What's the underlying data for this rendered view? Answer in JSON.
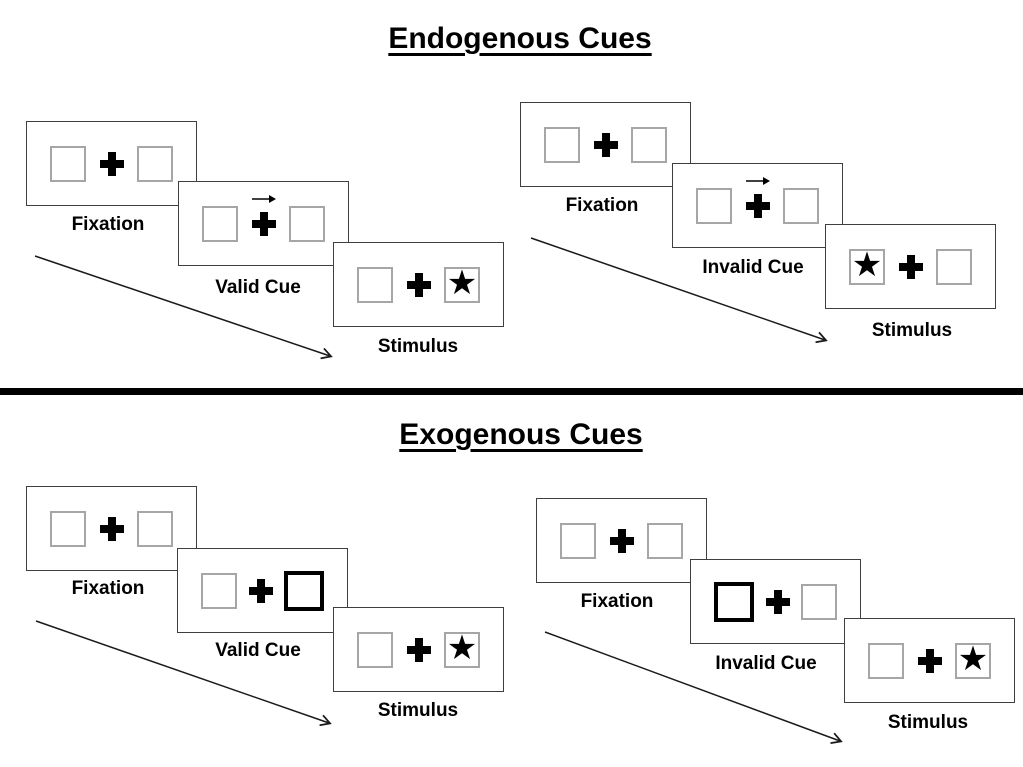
{
  "diagram": "posner-spatial-cueing-paradigm",
  "sections": [
    {
      "title": "Endogenous Cues",
      "groups": [
        {
          "type": "valid-trial",
          "panels": {
            "fixation": {
              "label": "Fixation"
            },
            "cue": {
              "label": "Valid Cue",
              "cue_kind": "central-arrow-right"
            },
            "stimulus": {
              "label": "Stimulus",
              "star_side": "right"
            }
          }
        },
        {
          "type": "invalid-trial",
          "panels": {
            "fixation": {
              "label": "Fixation"
            },
            "cue": {
              "label": "Invalid Cue",
              "cue_kind": "central-arrow-right"
            },
            "stimulus": {
              "label": "Stimulus",
              "star_side": "left"
            }
          }
        }
      ]
    },
    {
      "title": "Exogenous Cues",
      "groups": [
        {
          "type": "valid-trial",
          "panels": {
            "fixation": {
              "label": "Fixation"
            },
            "cue": {
              "label": "Valid Cue",
              "cue_kind": "bold-box-right"
            },
            "stimulus": {
              "label": "Stimulus",
              "star_side": "right"
            }
          }
        },
        {
          "type": "invalid-trial",
          "panels": {
            "fixation": {
              "label": "Fixation"
            },
            "cue": {
              "label": "Invalid Cue",
              "cue_kind": "bold-box-left"
            },
            "stimulus": {
              "label": "Stimulus",
              "star_side": "right"
            }
          }
        }
      ]
    }
  ],
  "glyphs": {
    "star": "★"
  },
  "colors": {
    "ink": "#000000",
    "panel_border": "#3f3f3f",
    "square_border": "#a6a6a6",
    "bold_square_border": "#000000",
    "background": "#ffffff"
  }
}
